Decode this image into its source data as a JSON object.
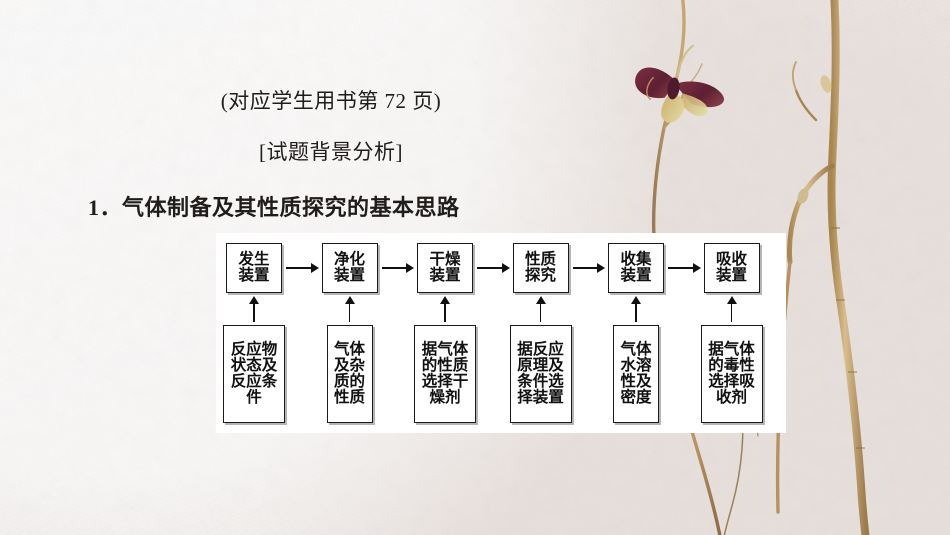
{
  "slide": {
    "background_color": "#f1edeb",
    "panel_color": "#ffffff",
    "ink_color": "#1b1b1b"
  },
  "header": {
    "reference_line": "(对应学生用书第 72 页)",
    "section_tag": "[试题背景分析]",
    "heading": "1．气体制备及其性质探究的基本思路"
  },
  "diagram": {
    "type": "flowchart",
    "flow_steps": [
      {
        "label": "发生\n装置",
        "detail": "反应物\n状态及\n反应条\n件",
        "wide": true
      },
      {
        "label": "净化\n装置",
        "detail": "气体\n及杂\n质的\n性质",
        "wide": false
      },
      {
        "label": "干燥\n装置",
        "detail": "据气体\n的性质\n选择干\n燥剂",
        "wide": true
      },
      {
        "label": "性质\n探究",
        "detail": "据反应\n原理及\n条件选\n择装置",
        "wide": true
      },
      {
        "label": "收集\n装置",
        "detail": "气体\n水溶\n性及\n密度",
        "wide": false
      },
      {
        "label": "吸收\n装置",
        "detail": "据气体\n的毒性\n选择吸\n收剂",
        "wide": true
      }
    ]
  },
  "decoration": {
    "items": [
      {
        "name": "dried-branch-left",
        "color": "#b79268"
      },
      {
        "name": "pressed-flower",
        "color": "#6a2a3c"
      },
      {
        "name": "dried-branch-right",
        "color": "#c3a277"
      }
    ]
  }
}
